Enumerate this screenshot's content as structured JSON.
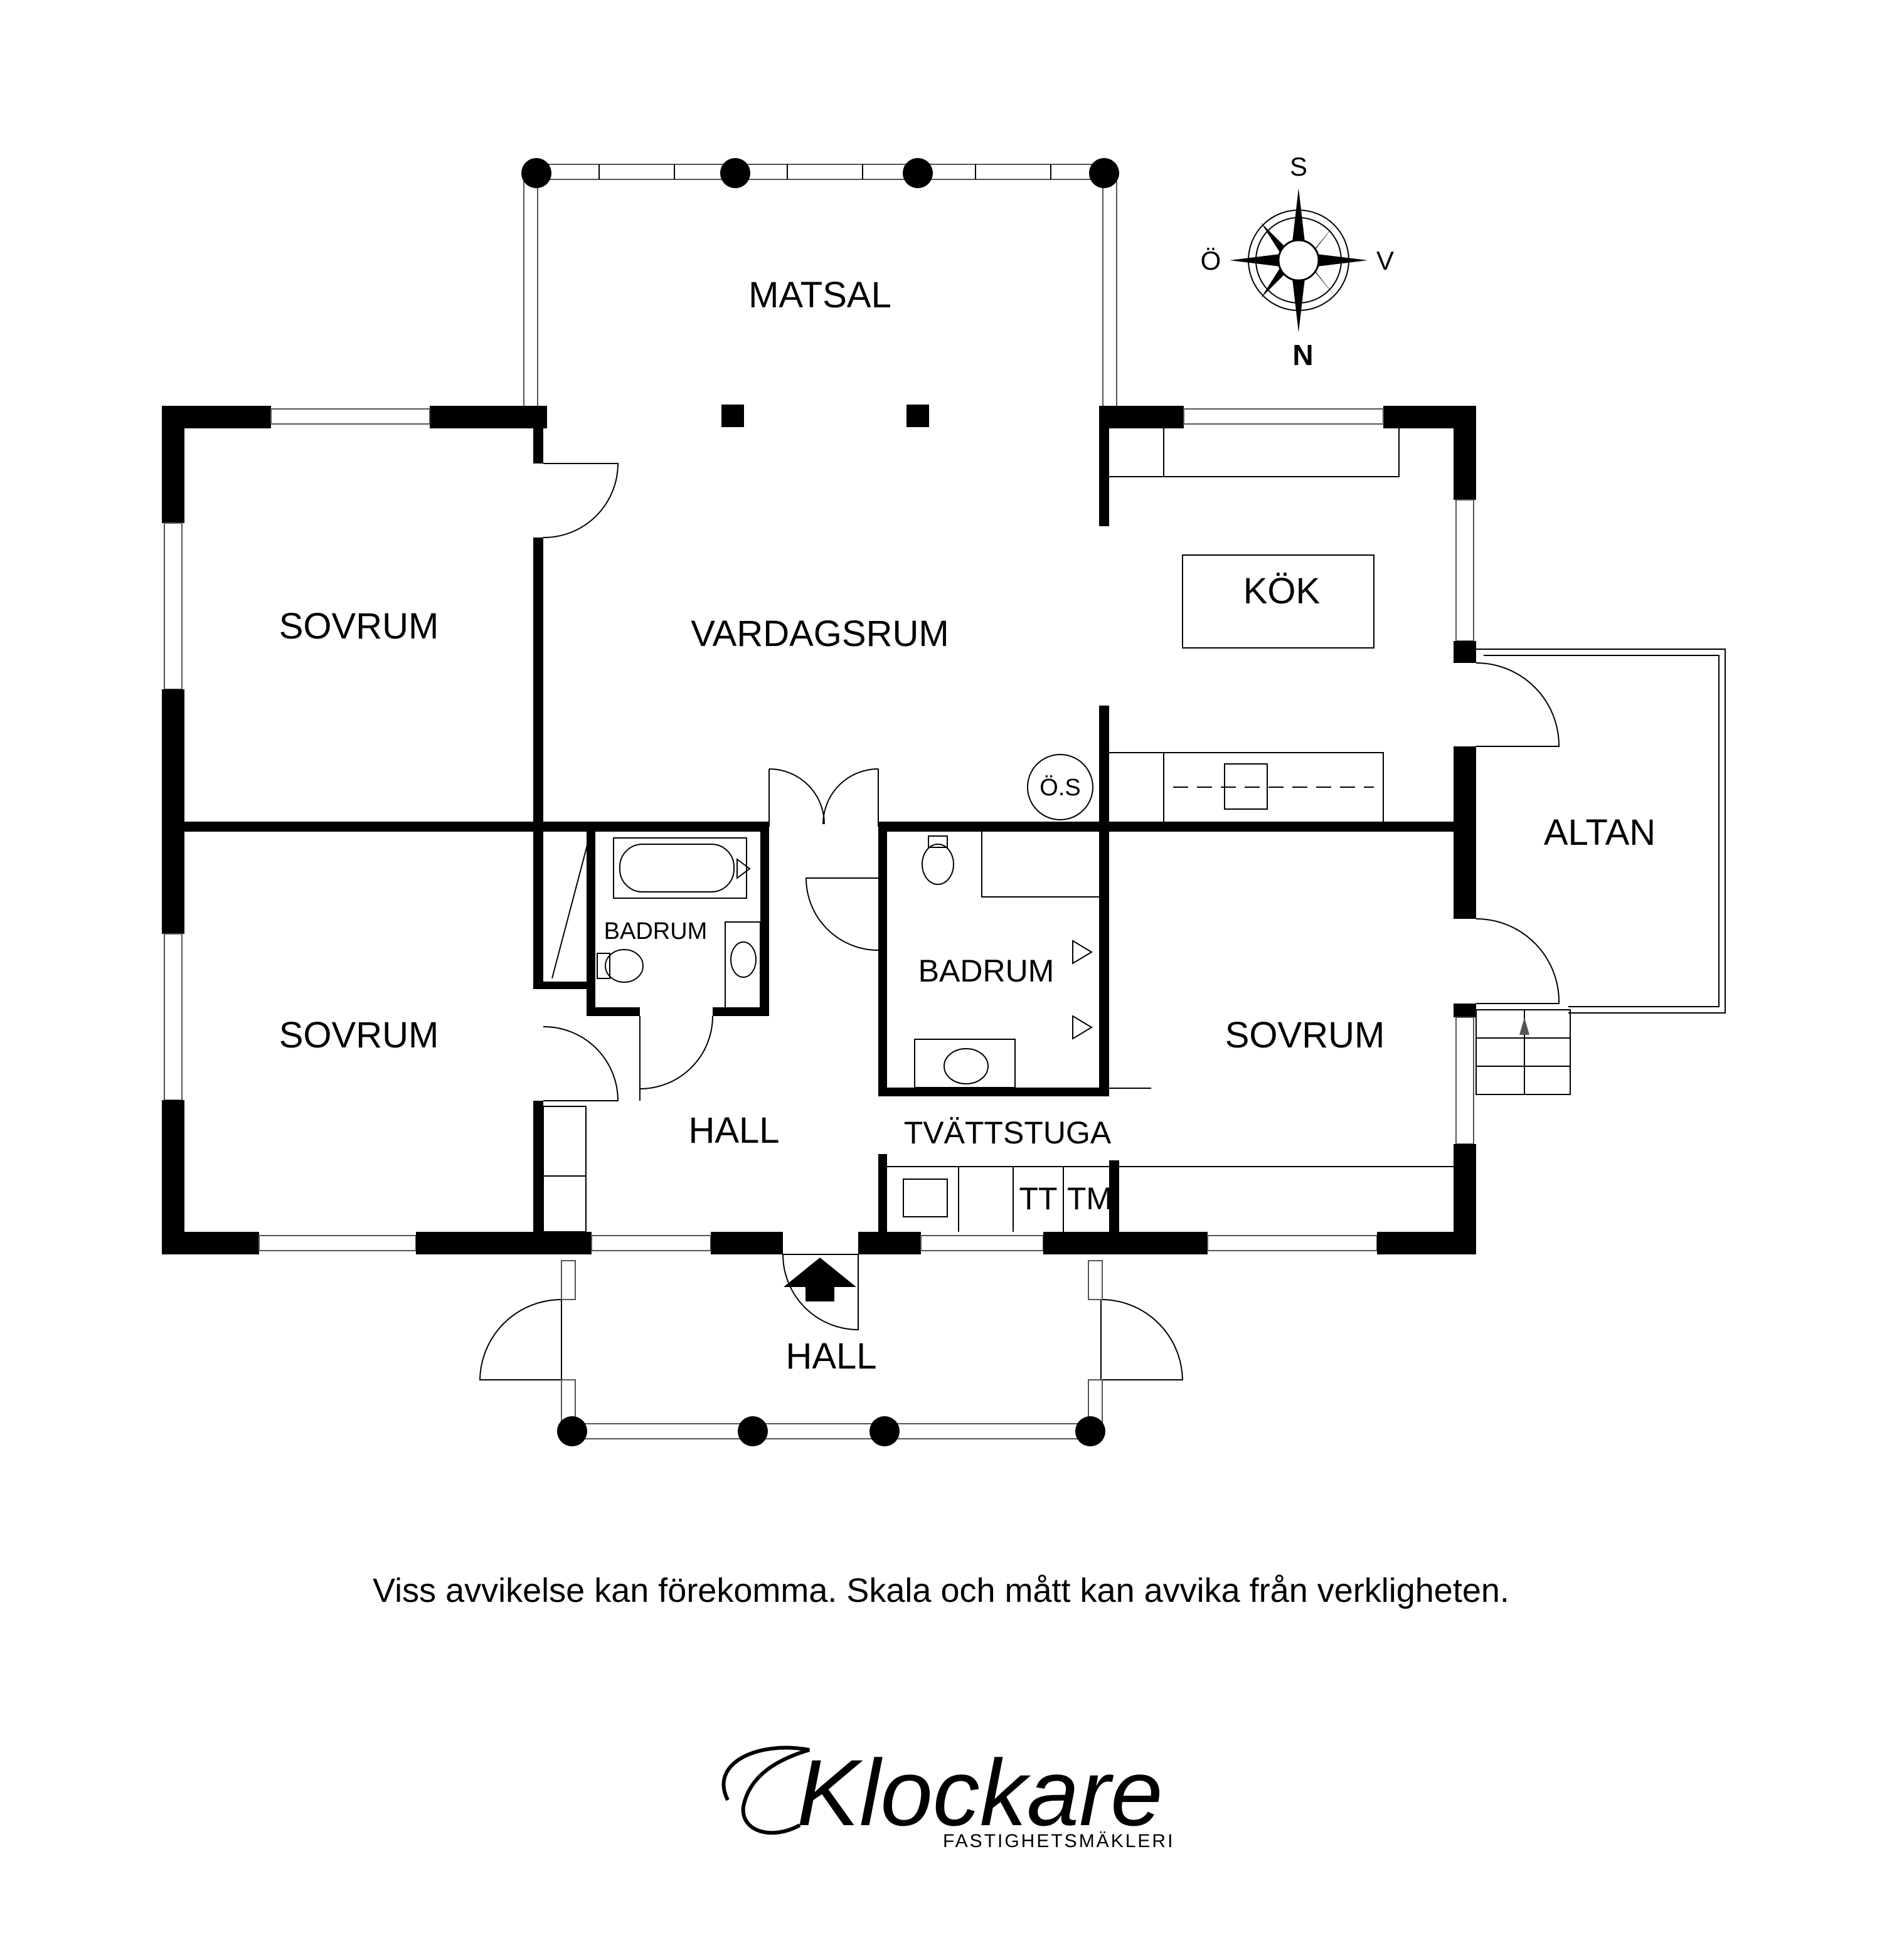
{
  "plan": {
    "rooms": {
      "matsal": "MATSAL",
      "vardagsrum": "VARDAGSRUM",
      "kok": "KÖK",
      "sovrum_nw": "SOVRUM",
      "sovrum_sw": "SOVRUM",
      "sovrum_e": "SOVRUM",
      "badrum_small": "BADRUM",
      "badrum_large": "BADRUM",
      "hall_inner": "HALL",
      "hall_entry": "HALL",
      "tvattstuga": "TVÄTTSTUGA",
      "altan": "ALTAN"
    },
    "fixtures": {
      "oven_label": "Ö.S",
      "dryer_label": "TT",
      "washer_label": "TM"
    },
    "compass": {
      "top": "S",
      "left": "Ö",
      "right": "V",
      "bottom": "N"
    }
  },
  "disclaimer": "Viss avvikelse kan förekomma. Skala och mått kan avvika från verkligheten.",
  "logo": {
    "name": "Klockare",
    "subtitle": "FASTIGHETSMÄKLERI"
  }
}
